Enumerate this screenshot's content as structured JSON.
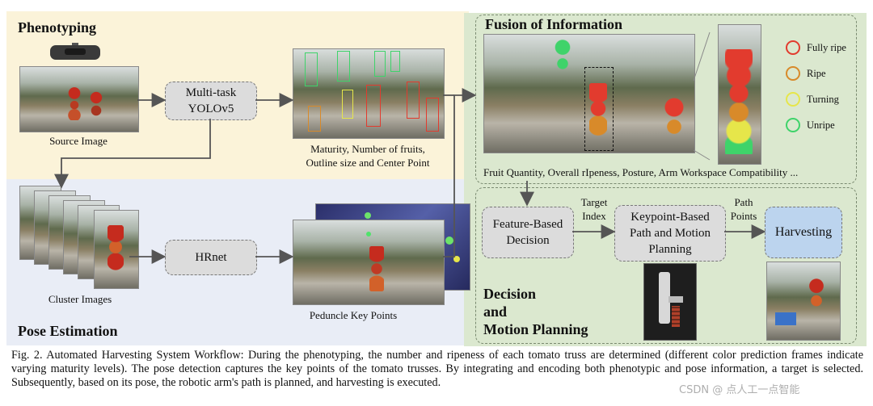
{
  "sections": {
    "phenotyping": "Phenotyping",
    "pose_estimation": "Pose Estimation",
    "fusion": "Fusion of Information",
    "decision": [
      "Decision",
      "and",
      "Motion Planning"
    ]
  },
  "nodes": {
    "multitask": [
      "Multi-task",
      "YOLOv5"
    ],
    "hrnet": "HRnet",
    "feature_decision": [
      "Feature-Based",
      "Decision"
    ],
    "keypoint_planning": [
      "Keypoint-Based",
      "Path and Motion",
      "Planning"
    ],
    "harvesting": "Harvesting"
  },
  "captions": {
    "source_image": "Source Image",
    "maturity": [
      "Maturity, Number of fruits,",
      "Outline size and Center Point"
    ],
    "cluster_images": "Cluster Images",
    "peduncle": "Peduncle Key Points",
    "fusion_outputs": "Fruit Quantity, Overall rIpeness, Posture, Arm Workspace Compatibility ..."
  },
  "edge_labels": {
    "target_index": [
      "Target",
      "Index"
    ],
    "path_points": [
      "Path",
      "Points"
    ]
  },
  "legend": [
    {
      "label": "Fully ripe",
      "color": "#e23b2e"
    },
    {
      "label": "Ripe",
      "color": "#d88a2a"
    },
    {
      "label": "Turning",
      "color": "#e6e64a"
    },
    {
      "label": "Unripe",
      "color": "#3fd36a"
    }
  ],
  "figure_caption": "Fig. 2.  Automated Harvesting System Workflow: During the phenotyping, the number and ripeness of each tomato truss are determined (different color prediction frames indicate varying maturity levels). The pose detection captures the key points of the tomato trusses. By integrating and encoding both phenotypic and pose information, a target is selected. Subsequently, based on its pose, the robotic arm's path is planned, and harvesting is executed.",
  "watermark": "CSDN @ 点人工一点智能"
}
